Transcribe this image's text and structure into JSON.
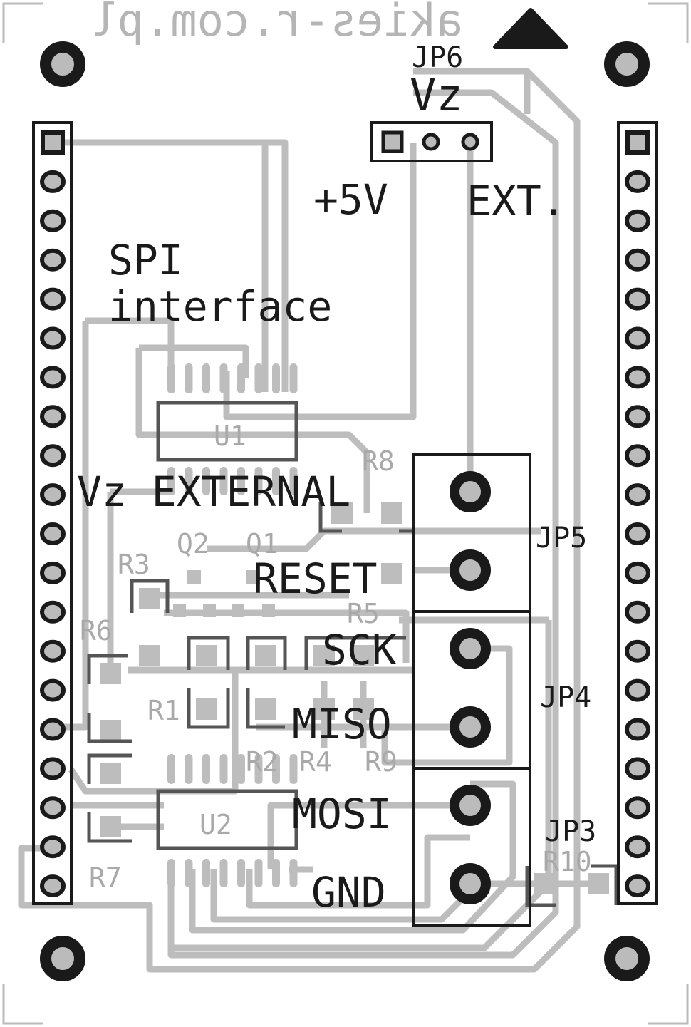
{
  "board": {
    "watermark": "akies-r.com.pl",
    "labels": {
      "jp6": "JP6",
      "vz_top": "Vz",
      "plus5v": "+5V",
      "ext": "EXT.",
      "spi": "SPI",
      "interface": "interface",
      "u1": "U1",
      "vz_external": "Vz EXTERNAL",
      "r8": "R8",
      "jp5": "JP5",
      "q2": "Q2",
      "q1": "Q1",
      "r3": "R3",
      "reset": "RESET",
      "r5": "R5",
      "r6": "R6",
      "sck": "SCK",
      "jp4": "JP4",
      "r1": "R1",
      "miso": "MISO",
      "r2": "R2",
      "r4": "R4",
      "r9": "R9",
      "mosi": "MOSI",
      "u2": "U2",
      "jp3": "JP3",
      "r10": "R10",
      "r7": "R7",
      "gnd": "GND"
    }
  }
}
